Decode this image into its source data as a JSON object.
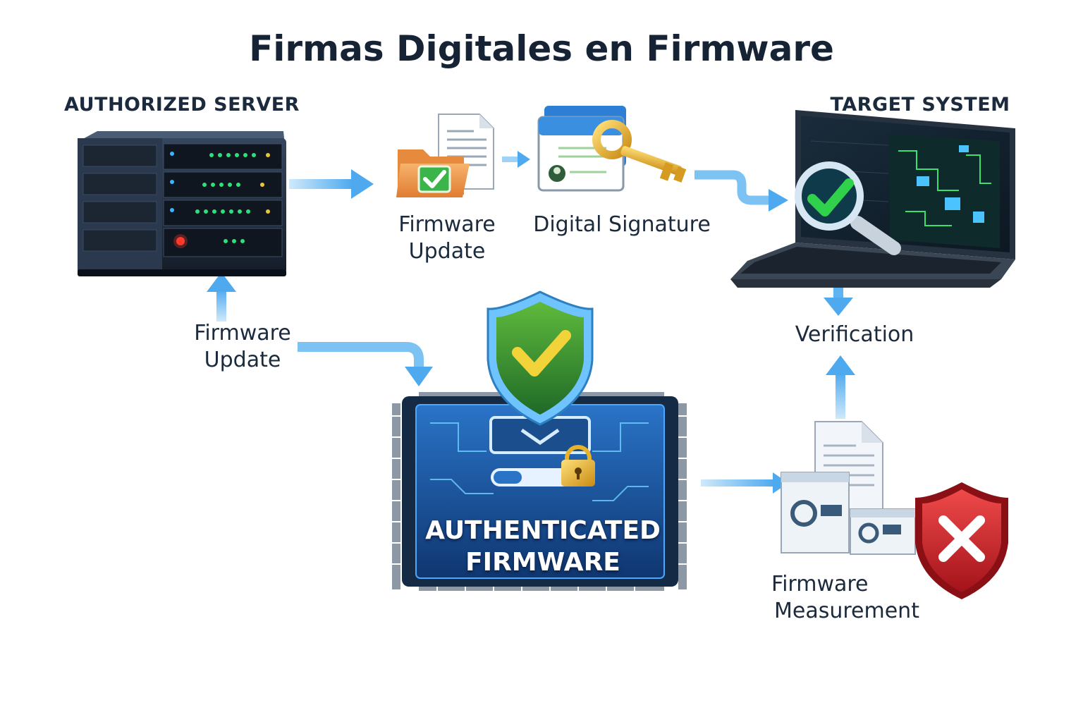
{
  "title": "Firmas Digitales en Firmware",
  "nodes": {
    "server": {
      "label": "AUTHORIZED SERVER",
      "icon": "server-rack-icon"
    },
    "target": {
      "label": "TARGET SYSTEM",
      "icon": "laptop-icon"
    },
    "firmware_update_top": {
      "line1": "Firmware",
      "line2": "Update",
      "icon": "folder-document-check-icon"
    },
    "digital_signature": {
      "label": "Digital Signature",
      "icon": "certificate-key-icon"
    },
    "firmware_update_left": {
      "line1": "Firmware",
      "line2": "Update"
    },
    "verification": {
      "label": "Verification",
      "icon": "magnifier-check-icon"
    },
    "chip": {
      "line1": "AUTHENTICATED",
      "line2": "FIRMWARE",
      "icon": "microchip-shield-lock-icon"
    },
    "measurement": {
      "line1": "Firmware",
      "line2": "Measurement",
      "icon": "documents-reject-shield-icon"
    }
  },
  "colors": {
    "arrow": "#5db4f2",
    "shield_green": "#3f9a2f",
    "check_yellow": "#f2d33a",
    "reject_red": "#d6232a",
    "chip_blue": "#1d5fae",
    "server_dark": "#1f2a3a",
    "key_gold": "#e0a92a"
  }
}
